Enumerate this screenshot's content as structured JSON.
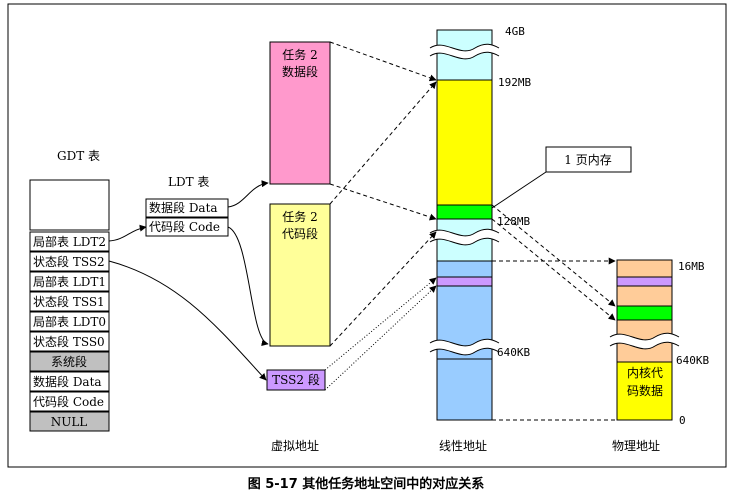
{
  "figure": {
    "caption": "图 5-17 其他任务地址空间中的对应关系",
    "gdt_title": "GDT 表",
    "ldt_title": "LDT 表",
    "virtual_label": "虚拟地址",
    "linear_label": "线性地址",
    "physical_label": "物理地址"
  },
  "gdt": {
    "entries": [
      "局部表 LDT2",
      "状态段 TSS2",
      "局部表 LDT1",
      "状态段 TSS1",
      "局部表 LDT0",
      "状态段 TSS0",
      "系统段",
      "数据段 Data",
      "代码段 Code",
      "NULL"
    ]
  },
  "ldt": {
    "entries": [
      "数据段 Data",
      "代码段 Code"
    ]
  },
  "segments": {
    "task2_data_line1": "任务 2",
    "task2_data_line2": "数据段",
    "task2_code_line1": "任务 2",
    "task2_code_line2": "代码段",
    "tss2": "TSS2 段"
  },
  "linear": {
    "label_4gb": "4GB",
    "label_192mb": "192MB",
    "label_128mb": "128MB",
    "label_640kb": "640KB"
  },
  "page_callout": "1 页内存",
  "physical": {
    "label_16mb": "16MB",
    "label_640kb": "640KB",
    "label_0": "0",
    "kernel_line1": "内核代",
    "kernel_line2": "码数据"
  },
  "colors": {
    "pink": "#ff99cc",
    "light_yellow": "#ffff99",
    "yellow": "#ffff00",
    "cyan": "#ccffff",
    "blue": "#99ccff",
    "green": "#00ff00",
    "purple": "#cc99ff",
    "peach": "#ffcc99",
    "gray": "#c0c0c0"
  }
}
